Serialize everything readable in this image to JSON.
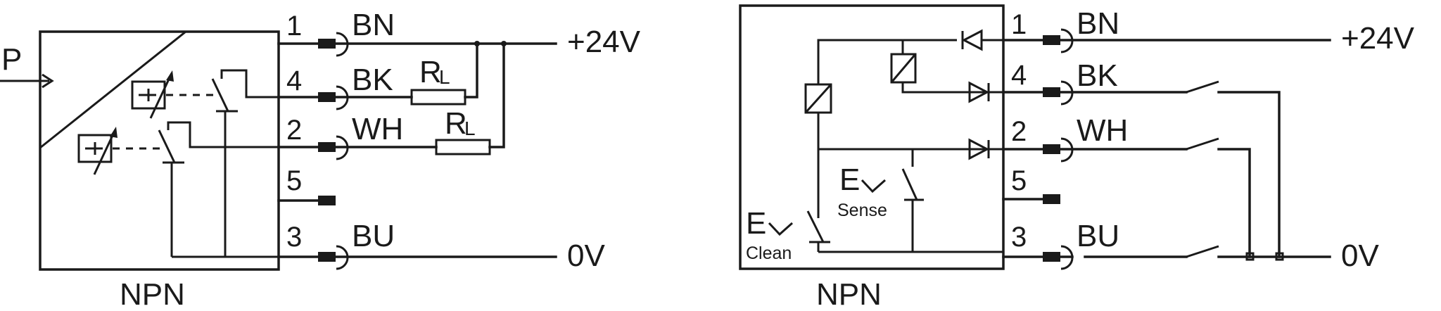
{
  "left_diagram": {
    "input_label": "P",
    "type_label": "NPN",
    "pins": [
      "1",
      "4",
      "2",
      "5",
      "3"
    ],
    "wire_colors": {
      "p1": "BN",
      "p4": "BK",
      "p2": "WH",
      "p3": "BU"
    },
    "load_label": "R",
    "load_subscript": "L",
    "supply_positive": "+24V",
    "supply_ground": "0V"
  },
  "right_diagram": {
    "type_label": "NPN",
    "pins": [
      "1",
      "4",
      "2",
      "5",
      "3"
    ],
    "wire_colors": {
      "p1": "BN",
      "p4": "BK",
      "p2": "WH",
      "p3": "BU"
    },
    "supply_positive": "+24V",
    "supply_ground": "0V",
    "input_symbol": "E",
    "clean_input_label": "Clean",
    "sense_input_label": "Sense"
  }
}
